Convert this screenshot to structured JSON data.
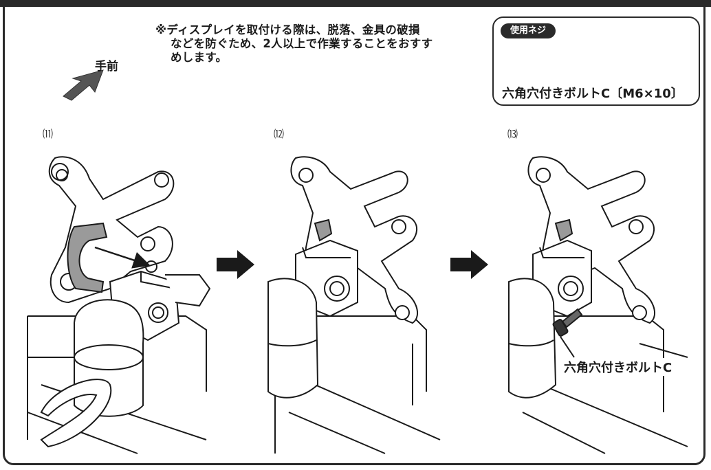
{
  "note": {
    "line1": "※ディスプレイを取付ける際は、脱落、金具の破損",
    "line2": "などを防ぐため、2人以上で作業することをおすす",
    "line3": "めします。"
  },
  "front_label": "手前",
  "screw_box": {
    "badge": "使用ネジ",
    "name": "六角穴付きボルトC〔M6×10〕"
  },
  "steps": [
    {
      "label": "⑾"
    },
    {
      "label": "⑿"
    },
    {
      "label": "⒀"
    }
  ],
  "callout": "六角穴付きボルトC",
  "colors": {
    "line": "#1a1a1a",
    "dark": "#2a2a2a",
    "tab": "#9a9a9a",
    "arm_fill": "#ffffff"
  }
}
